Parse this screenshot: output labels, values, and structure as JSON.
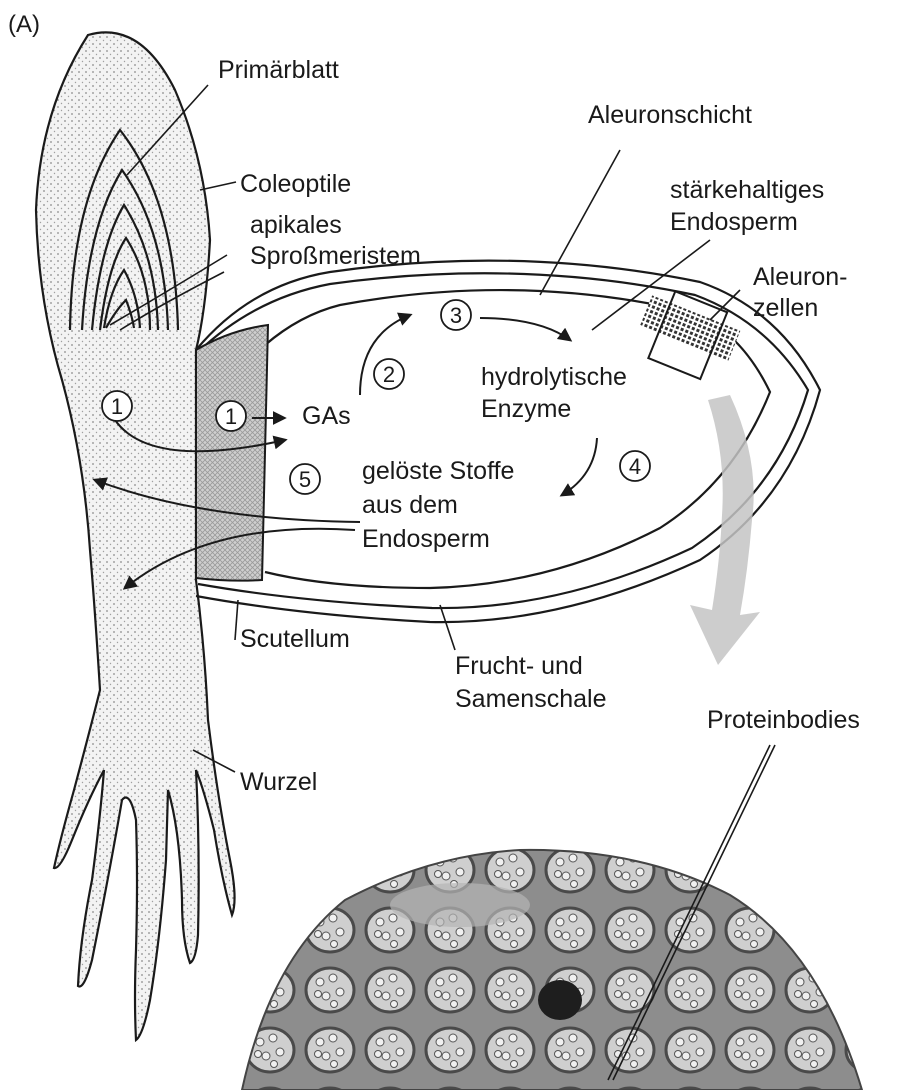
{
  "panel_label": "(A)",
  "labels": {
    "primaerblatt": "Primärblatt",
    "coleoptile": "Coleoptile",
    "apikales_1": "apikales",
    "apikales_2": "Sproßmeristem",
    "aleuronschicht": "Aleuronschicht",
    "staerke_1": "stärkehaltiges",
    "staerke_2": "Endosperm",
    "aleuronzellen_1": "Aleuron-",
    "aleuronzellen_2": "zellen",
    "gas": "GAs",
    "hydro_1": "hydrolytische",
    "hydro_2": "Enzyme",
    "geloeste_1": "gelöste Stoffe",
    "geloeste_2": "aus dem",
    "geloeste_3": "Endosperm",
    "scutellum": "Scutellum",
    "frucht_1": "Frucht- und",
    "frucht_2": "Samenschale",
    "proteinbodies": "Proteinbodies",
    "wurzel": "Wurzel"
  },
  "steps": {
    "s1a": "1",
    "s1b": "1",
    "s2": "2",
    "s3": "3",
    "s4": "4",
    "s5": "5"
  },
  "colors": {
    "ink": "#1a1a1a",
    "stipple": "#cfcfcf",
    "scutellum": "#bdbdbd",
    "big_arrow": "#a9a9a9",
    "micrograph": "#6e6e6e"
  }
}
